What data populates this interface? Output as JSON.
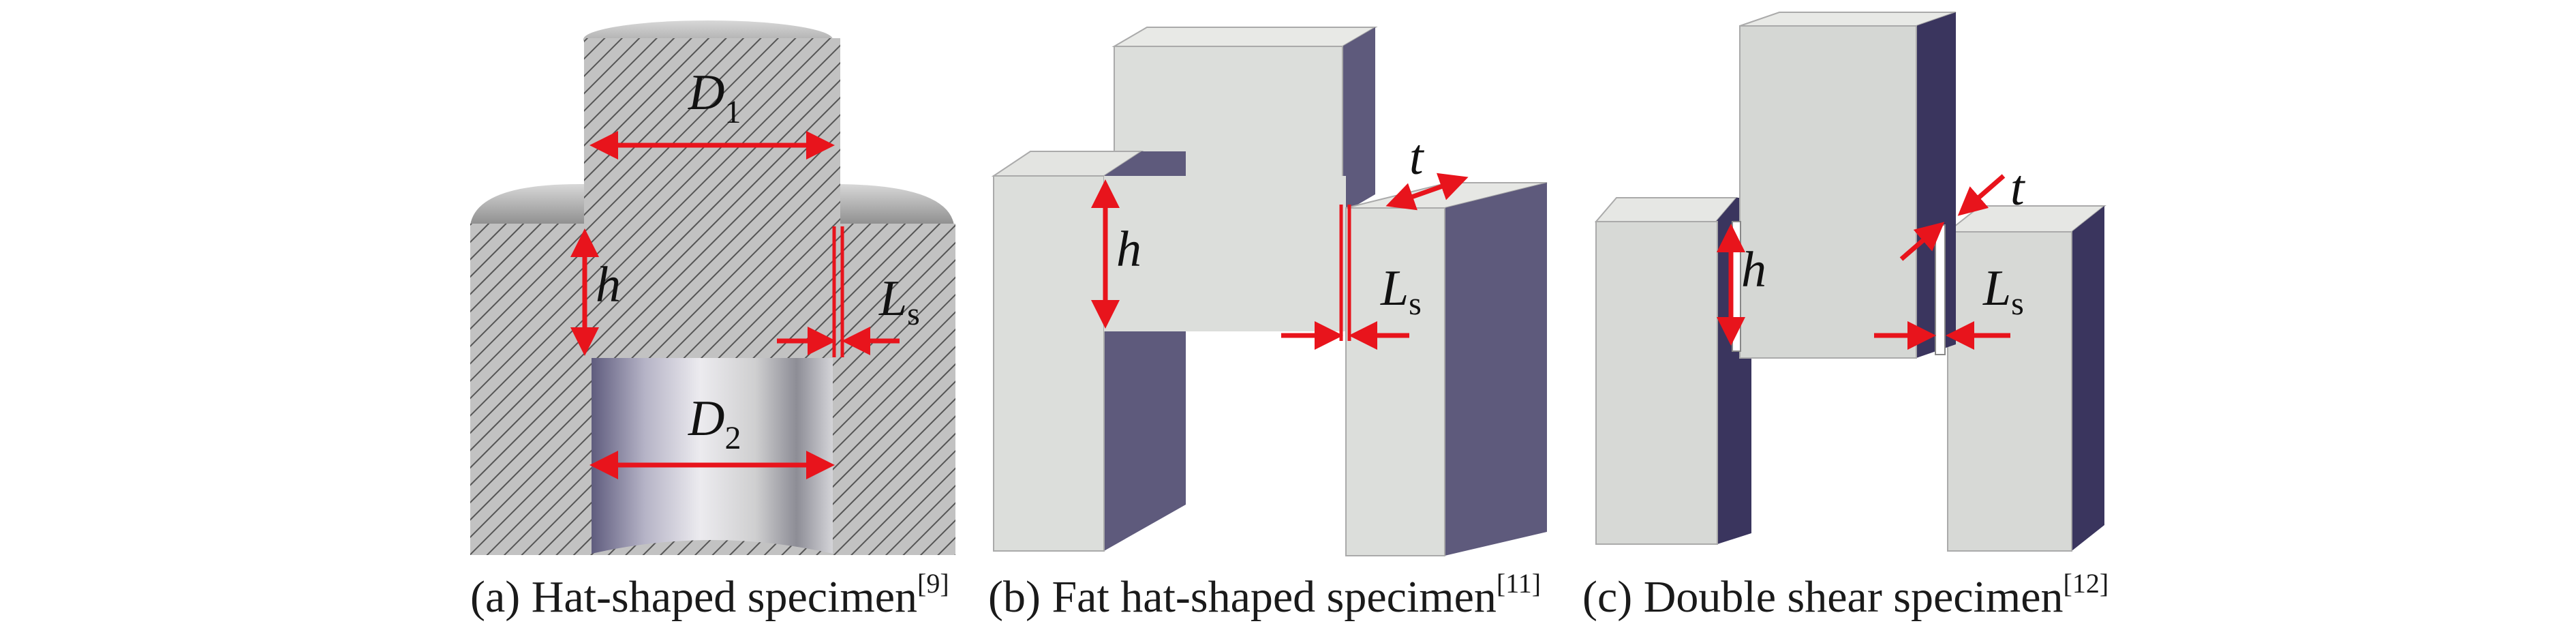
{
  "panels": {
    "a": {
      "caption": "(a) Hat-shaped specimen",
      "ref": "[9]",
      "labels": {
        "d1": "D",
        "d1_sub": "1",
        "d2": "D",
        "d2_sub": "2",
        "h": "h",
        "ls": "L",
        "ls_sub": "s"
      }
    },
    "b": {
      "caption": "(b) Fat hat-shaped specimen",
      "ref": "[11]",
      "labels": {
        "t": "t",
        "h": "h",
        "ls": "L",
        "ls_sub": "s"
      }
    },
    "c": {
      "caption": "(c) Double shear specimen",
      "ref": "[12]",
      "labels": {
        "t": "t",
        "h": "h",
        "ls": "L",
        "ls_sub": "s"
      }
    }
  },
  "colors": {
    "arrow": "#e8141c",
    "face_light": "#dcdedb",
    "face_dark": "#5e5a7c",
    "hatch_bg": "#bdbdbd",
    "hatch_line": "#5a5a5a"
  }
}
